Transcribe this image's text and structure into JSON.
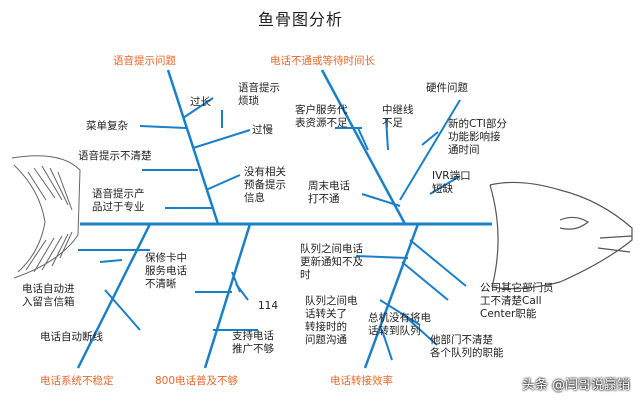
{
  "title": "鱼骨图分析",
  "categories": {
    "top_left": "语音提示问题",
    "top_right": "电话不通或等待时间长",
    "bottom_left": "电话系统不稳定",
    "bottom_mid": "800电话普及不够",
    "bottom_right": "电话转接效率"
  },
  "causes": {
    "guochang": "过长",
    "yuyintishi_fansuo": "语音提示\n烦琐",
    "guoman": "过慢",
    "caidan_fuza": "菜单复杂",
    "yuyintishi_buqingchu": "语音提示不清楚",
    "meiyou_yubei": "没有相关\n预备提示\n信息",
    "yuyintishi_zhuanye": "语音提示产\n品过于专业",
    "kehu_fuwu": "客户服务代\n表资源不足",
    "zhongjixian": "中继线\n不足",
    "yingjian": "硬件问题",
    "cti": "新的CTI部分\n功能影响接\n通时间",
    "zhoumo": "周末电话\n打不通",
    "ivr": "IVR端口\n短缺",
    "baoxiuka": "保修卡中\n服务电话\n不清晰",
    "zidong_liuyan": "电话自动进\n入留言信箱",
    "zidong_duanxian": "电话自动断线",
    "num114": "114",
    "zhichi_tuiguang": "支持电话\n推广不够",
    "duilie_tongzhi": "队列之间电话\n更新通知不及\n时",
    "duilie_guanxi": "队列之间电\n话转关了\n转接时的\n问题沟通",
    "zongji": "总机没有将电\n话转到队列",
    "gongsi_bumen": "公司其它部门员\n工不清楚Call\nCenter职能",
    "ta_bumen": "他部门不清楚\n各个队列的职能"
  },
  "watermark": "头条 @闫哥说赢销",
  "colors": {
    "bone": "#1a7fc9",
    "category": "#e8672a",
    "text": "#222222"
  }
}
